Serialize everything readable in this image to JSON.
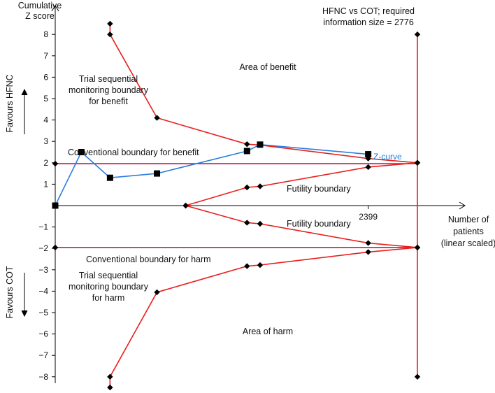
{
  "chart_data": {
    "type": "line",
    "title": "HFNC vs COT; required information size = 2776",
    "title_lines": [
      "HFNC vs COT; required",
      "information size = 2776"
    ],
    "ylabel": "Cumulative Z score",
    "ylabel_lines": [
      "Cumulative",
      "Z score"
    ],
    "xlabel": "Number of patients (linear scaled)",
    "xlabel_lines": [
      "Number of",
      "patients",
      "(linear scaled)"
    ],
    "ylim": [
      -8.4,
      8.5
    ],
    "xlim": [
      0,
      3250
    ],
    "y_ticks": [
      {
        "value": 8,
        "label": "8"
      },
      {
        "value": 7,
        "label": "7"
      },
      {
        "value": 6,
        "label": "6"
      },
      {
        "value": 5,
        "label": "5"
      },
      {
        "value": 4,
        "label": "4"
      },
      {
        "value": 3,
        "label": "3"
      },
      {
        "value": 2,
        "label": "2"
      },
      {
        "value": 1,
        "label": "1"
      },
      {
        "value": -1,
        "label": "−1"
      },
      {
        "value": -2,
        "label": "−2"
      },
      {
        "value": -3,
        "label": "−3"
      },
      {
        "value": -4,
        "label": "−4"
      },
      {
        "value": -5,
        "label": "−5"
      },
      {
        "value": -6,
        "label": "−6"
      },
      {
        "value": -7,
        "label": "−7"
      },
      {
        "value": -8,
        "label": "−8"
      }
    ],
    "x_tick": {
      "value": 2399,
      "label": "2399"
    },
    "required_information_size": 2776,
    "side_labels": {
      "upper": "Favours HFNC",
      "lower": "Favours COT"
    },
    "colors": {
      "boundary": "#e8201e",
      "conventional": "#c2185b",
      "zcurve": "#2a7fde",
      "marker": "#000000"
    },
    "series": [
      {
        "name": "Z-curve",
        "kind": "zcurve",
        "x": [
          0,
          200,
          420,
          780,
          1470,
          1570,
          2399
        ],
        "y": [
          0,
          2.5,
          1.3,
          1.5,
          2.55,
          2.85,
          2.4
        ]
      },
      {
        "kind": "benefit_boundary",
        "x": [
          420,
          420,
          780,
          1470,
          1570,
          2399,
          2776
        ],
        "y": [
          8.5,
          8.0,
          4.1,
          2.87,
          2.83,
          2.2,
          2.0
        ]
      },
      {
        "kind": "harm_boundary",
        "x": [
          420,
          420,
          780,
          1470,
          1570,
          2399,
          2776
        ],
        "y": [
          -8.5,
          -8.0,
          -4.05,
          -2.83,
          -2.78,
          -2.17,
          -1.96
        ]
      },
      {
        "kind": "futility_upper",
        "x": [
          1000,
          1470,
          1570,
          2399,
          2776
        ],
        "y": [
          0,
          0.85,
          0.9,
          1.8,
          2.0
        ]
      },
      {
        "kind": "futility_lower",
        "x": [
          1000,
          1470,
          1570,
          2399,
          2776
        ],
        "y": [
          0,
          -0.8,
          -0.85,
          -1.75,
          -1.96
        ]
      }
    ],
    "conventional_boundaries": [
      1.96,
      -1.96
    ],
    "annotations": {
      "area_benefit": "Area of benefit",
      "area_harm": "Area of harm",
      "tsb_benefit": [
        "Trial sequential",
        "monitoring boundary",
        "for benefit"
      ],
      "tsb_harm": [
        "Trial sequential",
        "monitoring boundary",
        "for harm"
      ],
      "conv_benefit": "Conventional boundary for benefit",
      "conv_harm": "Conventional boundary for harm",
      "futility_upper": "Futility boundary",
      "futility_lower": "Futility boundary",
      "zcurve_label": "Z-curve"
    }
  }
}
